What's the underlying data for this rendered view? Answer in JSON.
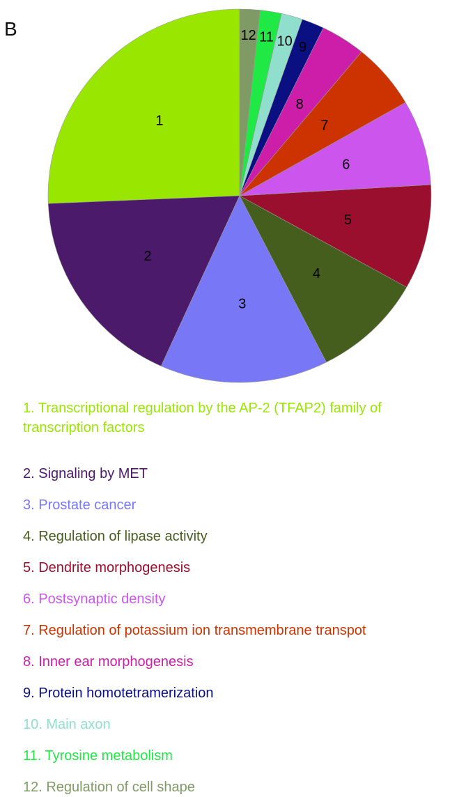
{
  "panel_label": "B",
  "chart_data": {
    "type": "pie",
    "title": "",
    "start_angle_deg": 0,
    "direction": "counterclockwise",
    "slices": [
      {
        "label": "1",
        "name": "1. Transcriptional regulation by the AP-2 (TFAP2) family of transcription factors",
        "value": 27.1,
        "color": "#99e600"
      },
      {
        "label": "2",
        "name": "2. Signaling by MET",
        "value": 18.6,
        "color": "#4b1a6b"
      },
      {
        "label": "3",
        "name": "3. Prostate cancer",
        "value": 15.0,
        "color": "#7878f7"
      },
      {
        "label": "4",
        "name": "4. Regulation of lipase activity",
        "value": 9.9,
        "color": "#455e1d"
      },
      {
        "label": "5",
        "name": "5. Dendrite morphogenesis",
        "value": 9.6,
        "color": "#990f2d"
      },
      {
        "label": "6",
        "name": "6. Postsynaptic density",
        "value": 7.8,
        "color": "#cc55ee"
      },
      {
        "label": "7",
        "name": "7. Regulation of potassium ion transmembrane transpot",
        "value": 6.0,
        "color": "#cc3300"
      },
      {
        "label": "8",
        "name": "8. Inner ear morphogenesis",
        "value": 4.0,
        "color": "#cc1ea8"
      },
      {
        "label": "9",
        "name": "9. Protein homotetramerization",
        "value": 2.0,
        "color": "#0a0f82"
      },
      {
        "label": "10",
        "name": "10. Main axon",
        "value": 1.9,
        "color": "#8fdfcc"
      },
      {
        "label": "11",
        "name": "11. Tyrosine metabolism",
        "value": 1.9,
        "color": "#20e845"
      },
      {
        "label": "12",
        "name": "12. Regulation of cell shape",
        "value": 1.8,
        "color": "#7f9a64"
      }
    ]
  }
}
